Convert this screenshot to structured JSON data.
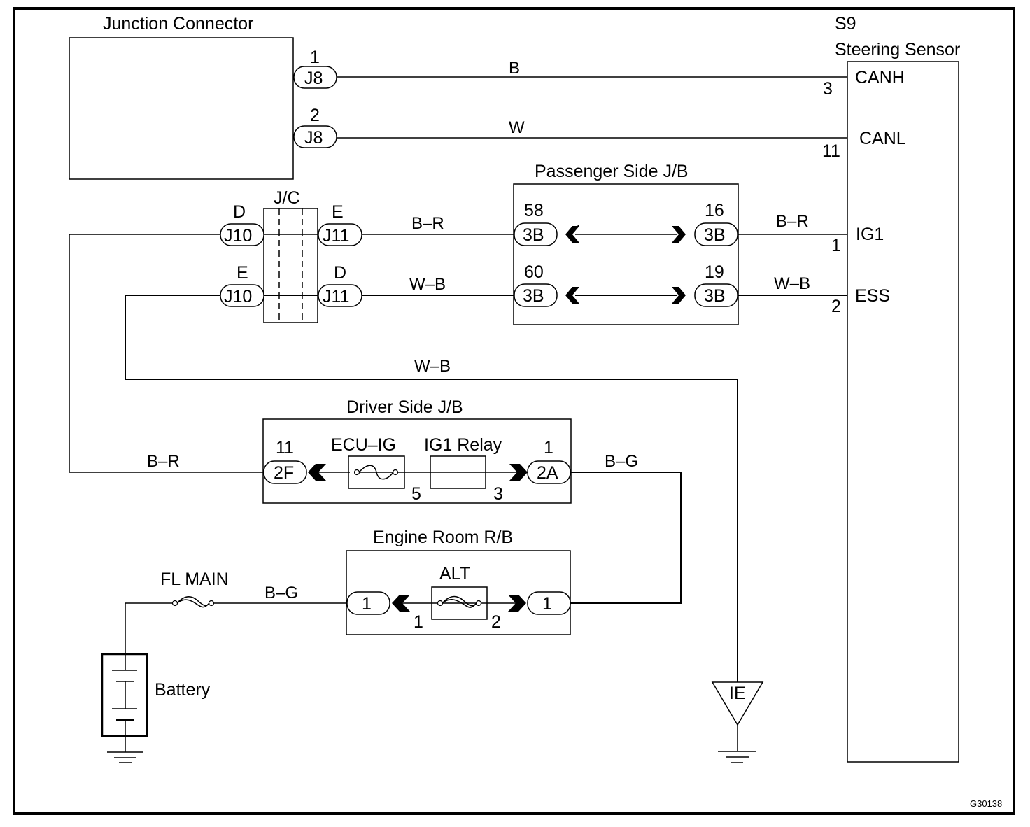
{
  "diagram_id": "G30138",
  "components": {
    "junction_connector": {
      "title": "Junction Connector"
    },
    "steering_sensor": {
      "code": "S9",
      "title": "Steering Sensor",
      "terminals": [
        {
          "name": "CANH",
          "pin": "3"
        },
        {
          "name": "CANL",
          "pin": "11"
        },
        {
          "name": "IG1",
          "pin": "1"
        },
        {
          "name": "ESS",
          "pin": "2"
        }
      ]
    },
    "jc": {
      "title": "J/C"
    },
    "passenger_jb": {
      "title": "Passenger Side J/B"
    },
    "driver_jb": {
      "title": "Driver Side J/B",
      "fuse": "ECU–IG",
      "relay": "IG1 Relay",
      "pin_fuse_out": "5",
      "pin_relay_out": "3"
    },
    "engine_rb": {
      "title": "Engine Room R/B",
      "fuse": "ALT",
      "pin_left": "1",
      "pin_right": "2"
    },
    "fl_main": {
      "title": "FL MAIN"
    },
    "battery": {
      "title": "Battery"
    },
    "ground_ie": {
      "label": "IE"
    }
  },
  "connectors": {
    "j8_1": {
      "code": "J8",
      "pin": "1"
    },
    "j8_2": {
      "code": "J8",
      "pin": "2"
    },
    "j10_d": {
      "code": "J10",
      "pin": "D"
    },
    "j10_e": {
      "code": "J10",
      "pin": "E"
    },
    "j11_e": {
      "code": "J11",
      "pin": "E"
    },
    "j11_d": {
      "code": "J11",
      "pin": "D"
    },
    "p3b_58": {
      "code": "3B",
      "pin": "58"
    },
    "p3b_16": {
      "code": "3B",
      "pin": "16"
    },
    "p3b_60": {
      "code": "3B",
      "pin": "60"
    },
    "p3b_19": {
      "code": "3B",
      "pin": "19"
    },
    "d2f_11": {
      "code": "2F",
      "pin": "11"
    },
    "d2a_1": {
      "code": "2A",
      "pin": "1"
    },
    "e1_left": {
      "code": "1"
    },
    "e1_right": {
      "code": "1"
    }
  },
  "wires": {
    "canh": "B",
    "canl": "W",
    "ig1_left": "B–R",
    "ig1_right": "B–R",
    "ess_left": "W–B",
    "ess_right": "W–B",
    "ground": "W–B",
    "driver_in": "B–R",
    "driver_out": "B–G",
    "battery_feed": "B–G"
  }
}
